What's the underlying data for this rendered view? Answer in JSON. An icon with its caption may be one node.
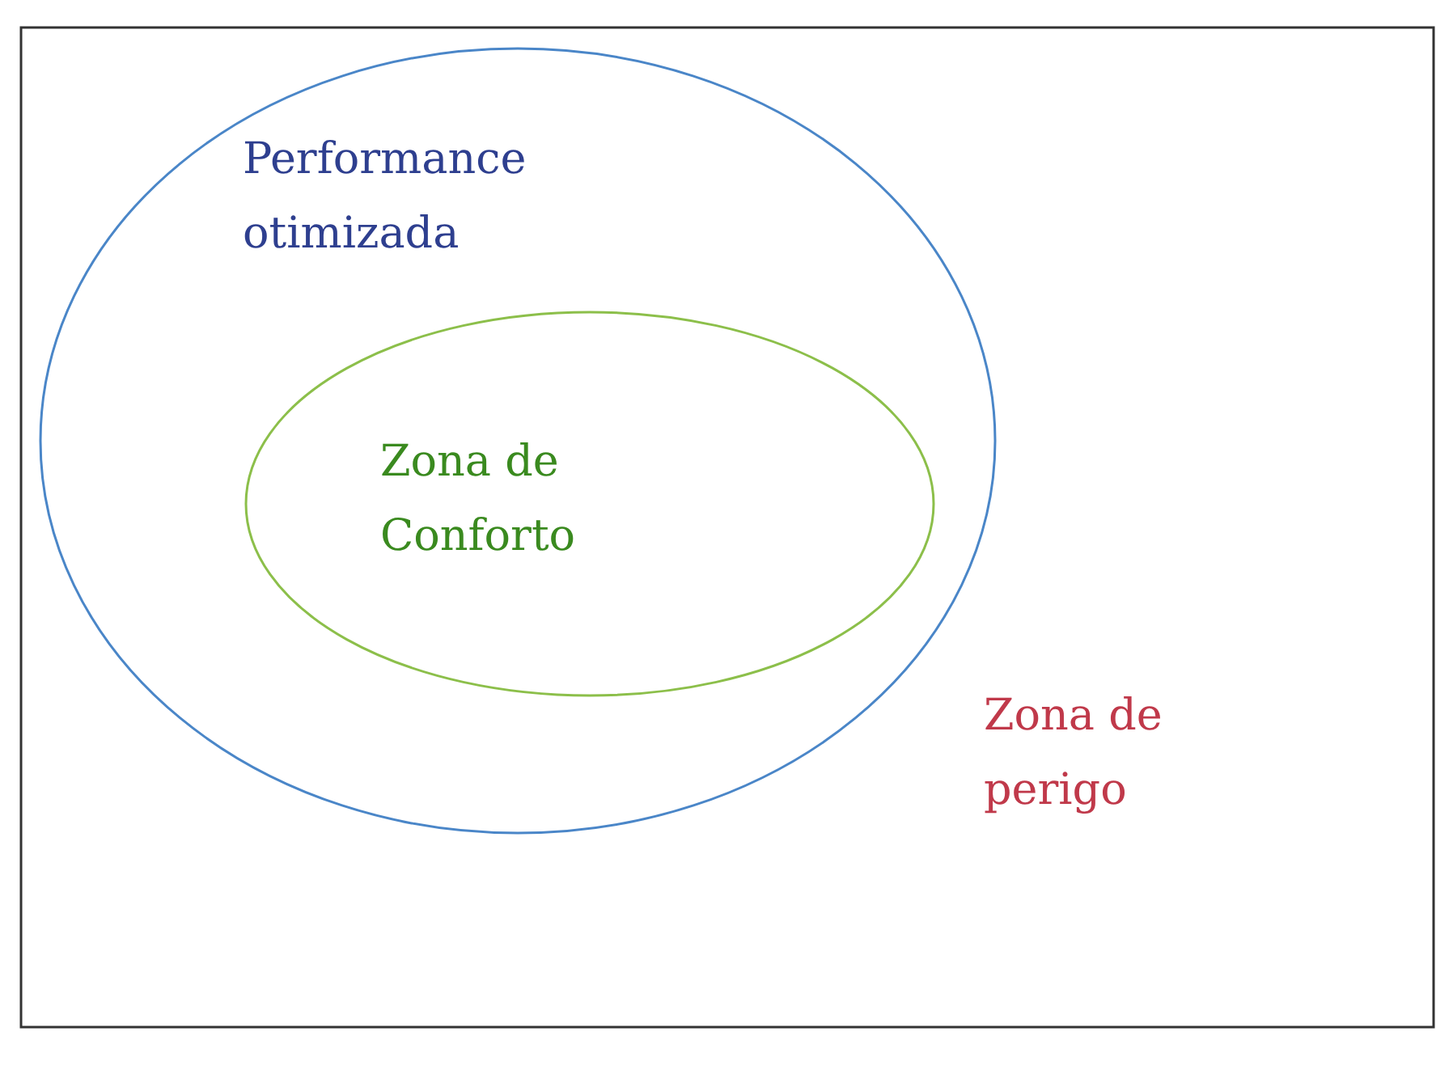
{
  "diagram": {
    "nodes": [
      {
        "text": [
          "Zona de perigo"
        ]
      },
      {
        "text": [
          "Performance otimizada"
        ],
        "in": 0
      },
      {
        "text": [
          "Zona de Conforto"
        ],
        "in": 1
      }
    ]
  }
}
